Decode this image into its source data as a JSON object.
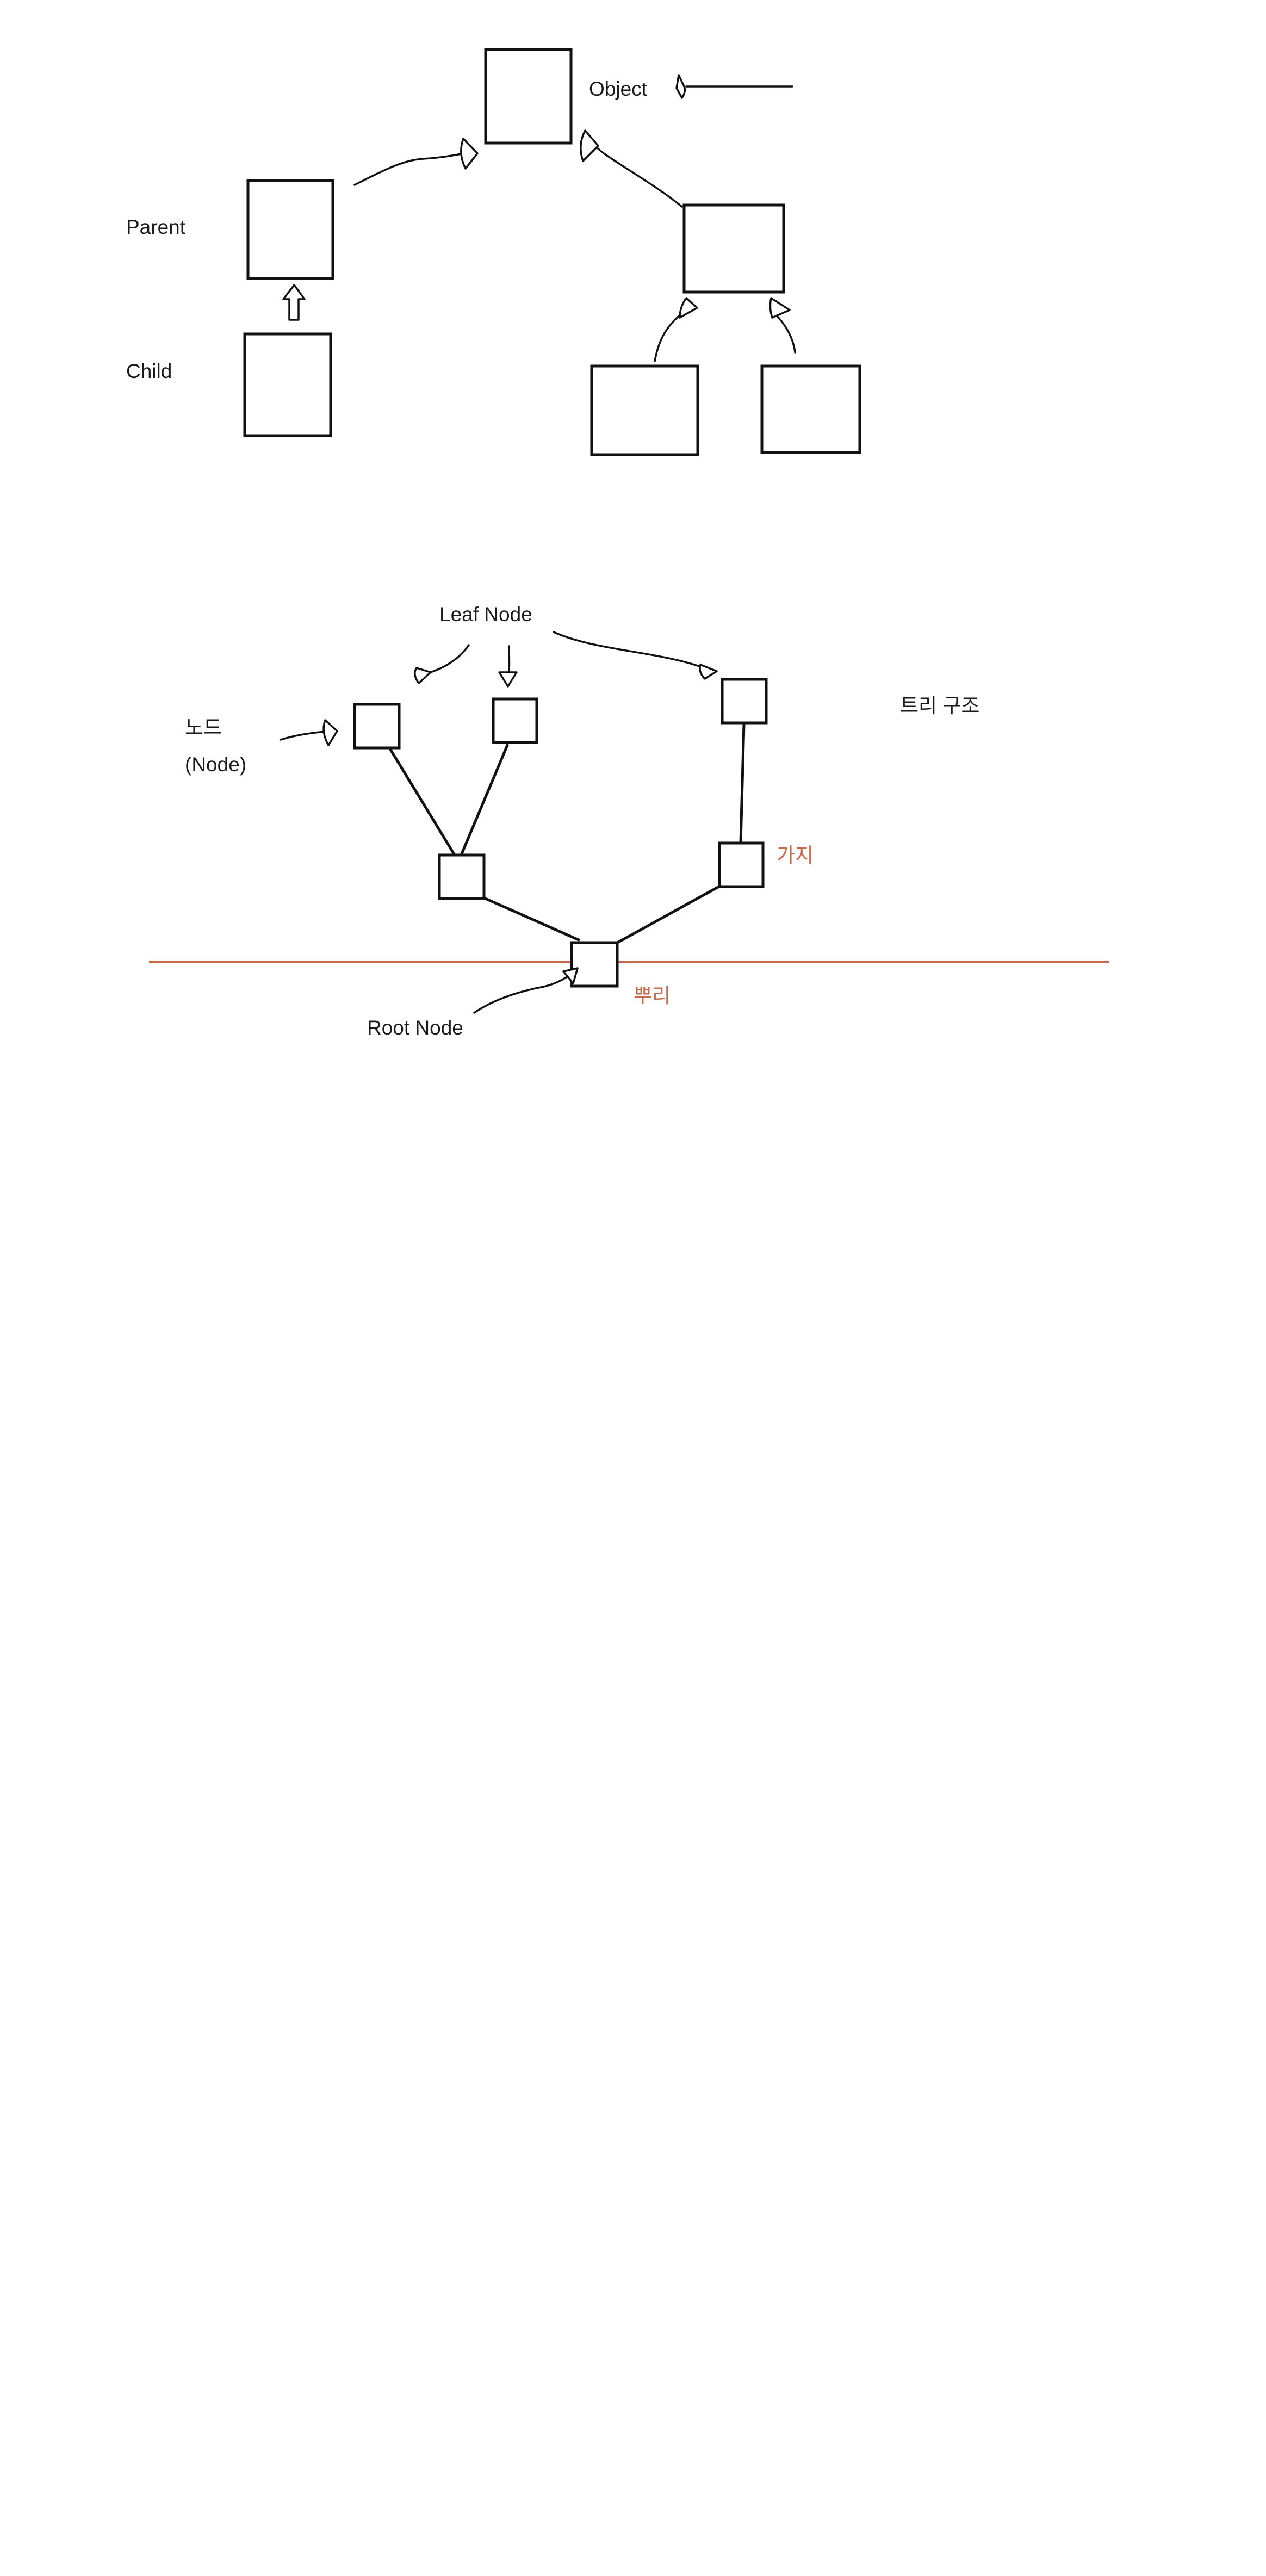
{
  "inheritance": {
    "object_label": "Object",
    "parent_label": "Parent",
    "child_label": "Child"
  },
  "tree": {
    "leaf_node_label": "Leaf Node",
    "node_label": "노드",
    "node_label_en": "(Node)",
    "title": "트리 구조",
    "branch_label": "가지",
    "root_label": "뿌리",
    "root_node_label": "Root Node"
  },
  "colors": {
    "ink": "#111111",
    "accent": "#c8694a",
    "background": "#ffffff"
  }
}
